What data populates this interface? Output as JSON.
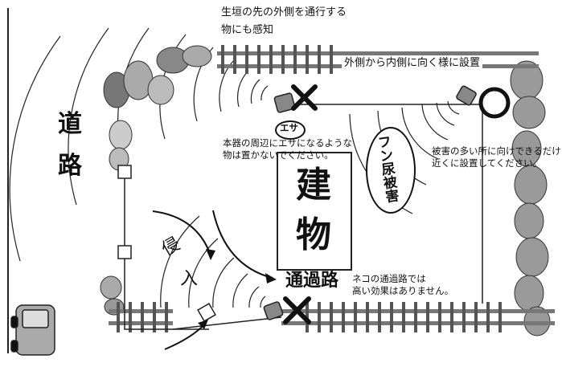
{
  "notes": {
    "top": [
      "生垣の先の外側を通行する",
      "物にも感知"
    ],
    "outside_in": "外側から内側に向く様に設置",
    "esa_label": "エサ",
    "esa_note": [
      "本器の周辺にエサになるような",
      "物は置かないでください。"
    ],
    "damage": [
      "被害の多い所に向けできるだけ",
      "近くに設置してください。"
    ],
    "passage_note": [
      "ネコの通過路では",
      "高い効果はありません。"
    ]
  },
  "labels": {
    "road": [
      "道",
      "路"
    ],
    "building": [
      "建",
      "物"
    ],
    "passage": "通過路",
    "intrusion": [
      "侵",
      "入"
    ],
    "droppings": "フン尿被害"
  }
}
